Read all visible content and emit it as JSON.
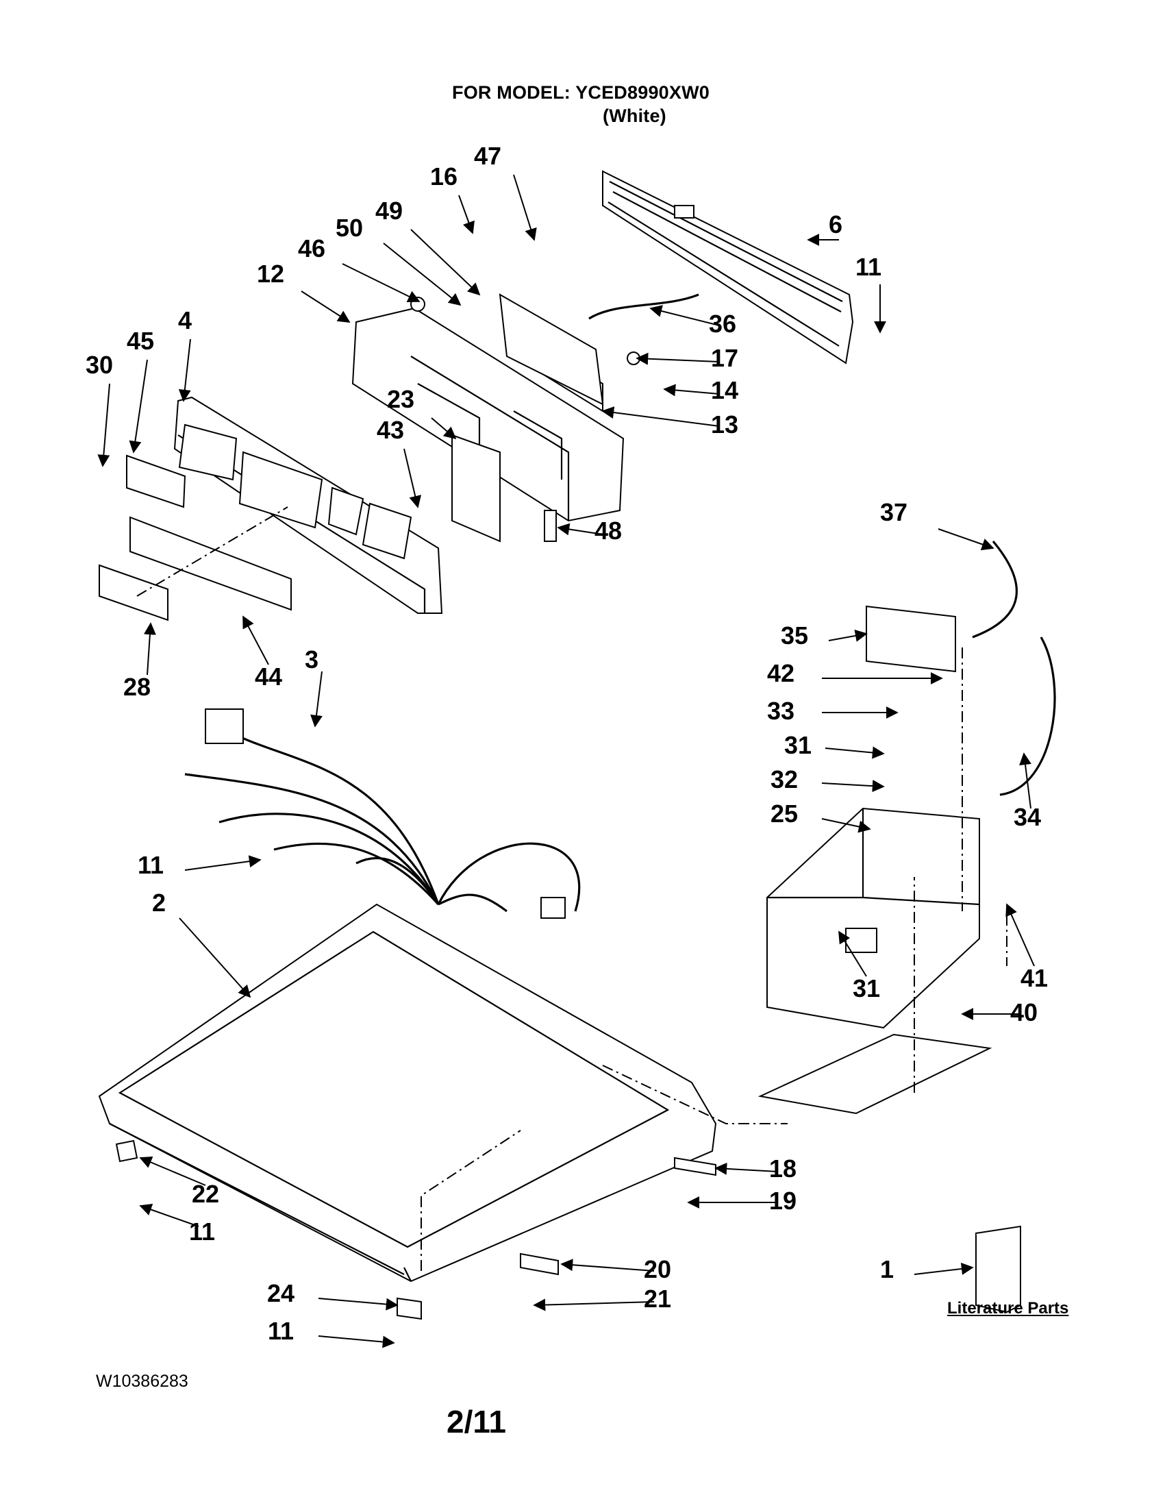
{
  "header": {
    "model_line": "FOR MODEL: YCED8990XW0",
    "color_line": "(White)"
  },
  "callouts": [
    "30",
    "45",
    "4",
    "12",
    "46",
    "50",
    "49",
    "16",
    "47",
    "6",
    "11",
    "36",
    "17",
    "14",
    "13",
    "23",
    "43",
    "48",
    "28",
    "44",
    "3",
    "37",
    "35",
    "42",
    "33",
    "31",
    "32",
    "34",
    "25",
    "11",
    "2",
    "41",
    "31",
    "40",
    "18",
    "19",
    "22",
    "11",
    "20",
    "21",
    "24",
    "11",
    "1"
  ],
  "literature_label": "Literature Parts",
  "footer": {
    "doc_number": "W10386283",
    "page": "2/11"
  }
}
